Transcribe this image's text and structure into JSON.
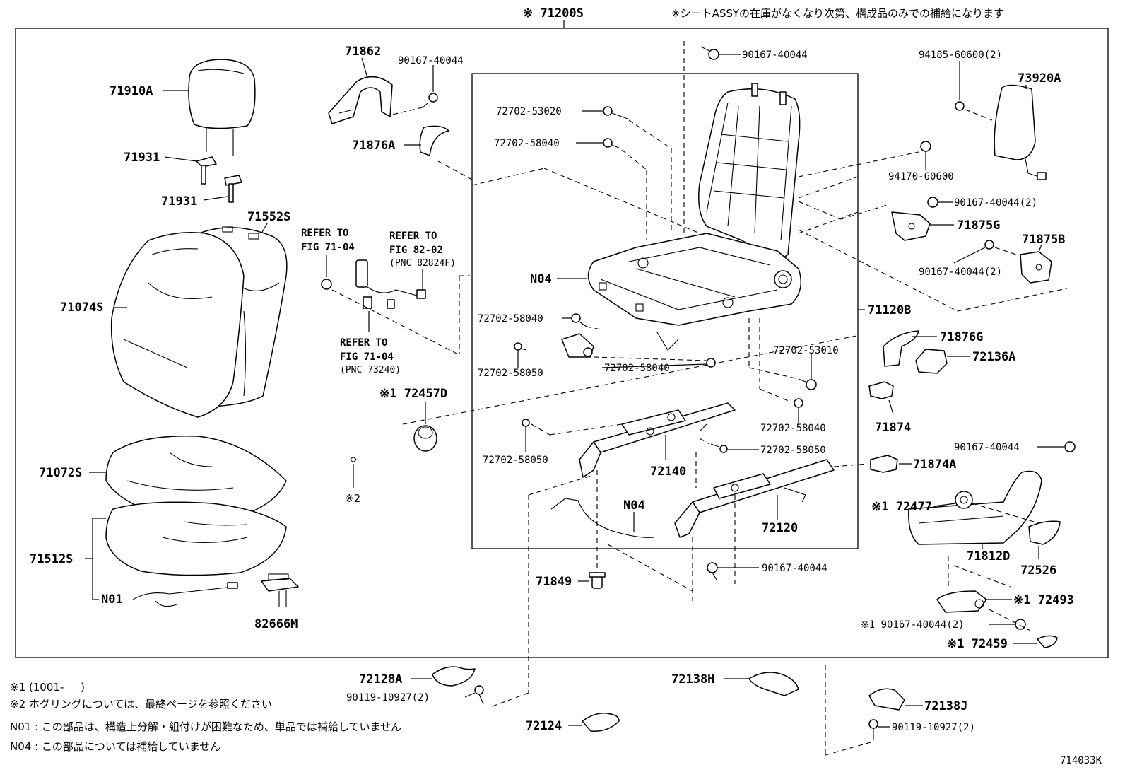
{
  "header": {
    "assembly": "※ 71200S",
    "supply_note": "※シートASSYの在庫がなくなり次第、構成品のみでの補給になります"
  },
  "labels": {
    "p71862": "71862",
    "p90167a": "90167-40044",
    "p90167b": "90167-40044",
    "p941856": "94185-60600(2)",
    "p73920a": "73920A",
    "p71910a": "71910A",
    "p71931a": "71931",
    "p71931b": "71931",
    "p71876a": "71876A",
    "p72702_53020": "72702-53020",
    "p72702_58040a": "72702-58040",
    "p94170": "94170-60600",
    "p90167c": "90167-40044(2)",
    "p71875g": "71875G",
    "p71552s": "71552S",
    "p71875b": "71875B",
    "p90167d": "90167-40044(2)",
    "p71074s": "71074S",
    "pN04a": "N04",
    "p71120b": "71120B",
    "p72702_58040b": "72702-58040",
    "p71876g": "71876G",
    "p72136a": "72136A",
    "p72702_53010": "72702-53010",
    "p72702_58050a": "72702-58050",
    "p72702_58040c": "72702-58040",
    "p72457d": "※1 72457D",
    "p72702_58040d": "72702-58040",
    "p71874": "71874",
    "p90167e": "90167-40044",
    "p72702_58050b": "72702-58050",
    "p72702_58050c": "72702-58050",
    "p72140": "72140",
    "p71874a": "71874A",
    "p71072s": "71072S",
    "p_mark2": "※2",
    "pN04b": "N04",
    "p72477": "※1 72477",
    "p72120": "72120",
    "p71512s": "71512S",
    "p71812d": "71812D",
    "p90167f": "90167-40044",
    "p72526": "72526",
    "p71849": "71849",
    "pN01": "N01",
    "p72493": "※1 72493",
    "p82666m": "82666M",
    "p90167g": "※1 90167-40044(2)",
    "p72459": "※1 72459",
    "p72128a": "72128A",
    "p72138h": "72138H",
    "p90119a": "90119-10927(2)",
    "p72138j": "72138J",
    "p72124": "72124",
    "p90119b": "90119-10927(2)"
  },
  "refs": {
    "r1_line1": "REFER TO",
    "r1_line2": "FIG 71-04",
    "r2_line1": "REFER TO",
    "r2_line2": "FIG 82-02",
    "r2_pnc": "(PNC 82824F)",
    "r3_line1": "REFER TO",
    "r3_line2": "FIG 71-04",
    "r3_pnc": "(PNC 73240)"
  },
  "notes": {
    "n1": "※1 (1001-     )",
    "n2": "※2 ホグリングについては、最終ページを参照ください",
    "n3": "N01 : この部品は、構造上分解・組付けが困難なため、単品では補給していません",
    "n4": "N04 : この部品については補給していません"
  },
  "figure_id": "714033K"
}
